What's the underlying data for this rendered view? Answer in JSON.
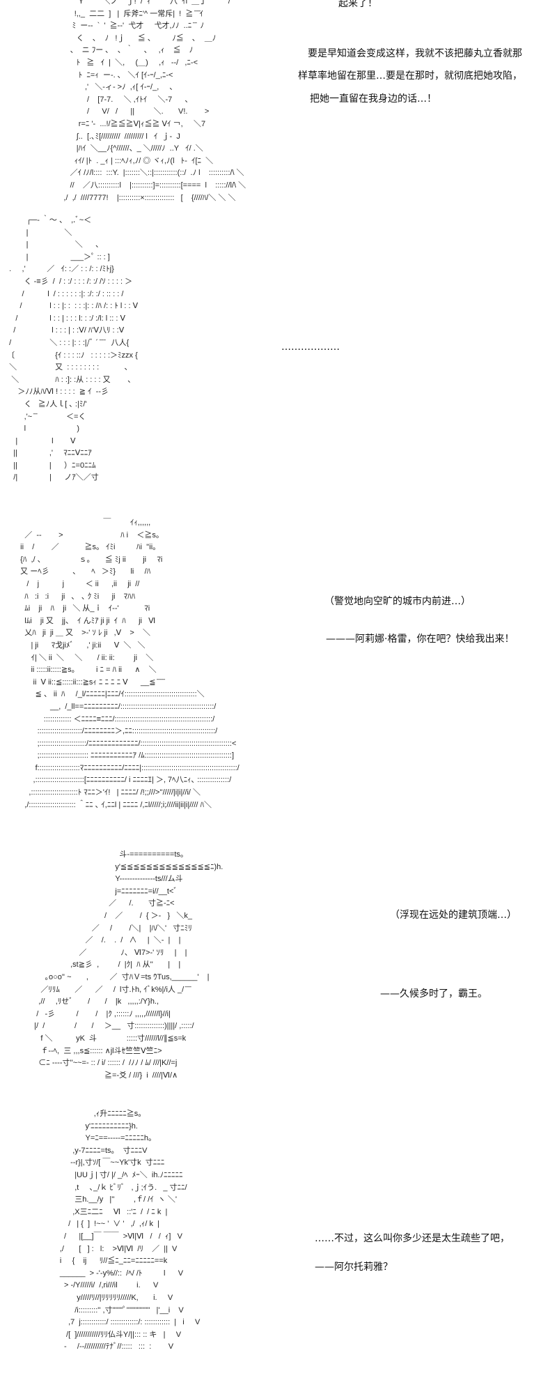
{
  "panels": [
    {
      "art": [
        "              Y         ＼ノ    ｊ!  /  ｨ         八  ｲl  ＿丁   ̄ ̄ ̄ ̄    /",
        "            !,,_  二二  ]   |  斥斧ﾆ'^ 一常斥|  !  ≧ ̄ ̄ ̄ｲ",
        "           ﾐ  ー--  `  '  ≧-‐'  弋才     弋才,ﾉﾉ  ..ﾆ ̄ ̄  ﾉ",
        "             く    ､    ﾉ   !ｊ      ≦ 、        ﾉ≦    ､    ＿ﾉ",
        "          、  ニ ﾌー ､    ､  ｀     ､     ,ｨ    ≦    ﾉ",
        "             ﾄ   ≧   ｲ  |  ＼,     (＿)     ,ｨ   --/   ,ﾆ-<",
        "              ﾄ  ﾆ=ｨ  ー-. ､   ＼ｲ [ｲ-ｰ/_,ﾆ-<",
        "                 ,'   ＼-ィ- >ﾉ  ,ｨ[ ｲ-ｰ/_,     ､",
        "                  /    [7-7.     ＼ ,ｲﾄｲ     ＼-7      ､",
        "                  /      V/   /      ||         ＼.       V!.        >",
        "              r=ﾆ '-  ...!/≧≦≧Ⅴ|ｨ≦≧ Ⅴｲ ￢,     ＼7",
        "             ∫..  [.､ﾐ[/////////  ///////// l   ｲ  ｊ-  J",
        "             |ﾊｲ  ＼__ﾉ{^//////、_ ＼/////ﾉ  ..Y   ｲ/ .＼",
        "            ｨｲ/ |ﾄ  . _ｨ | :::ﾍﾉｨ,ﾉ/ ◎ ヾｨ,ﾉ(l   ﾄ-  ｲ[ﾆ  ＼",
        "          ／ｲ /ﾉ/l::::  :::Y.  |:::::::＼::|:::::::::::(::/  .ﾉ l    ::::::::::/\\ ＼",
        "          //    ／八::::::::::l    |::::::::::]=::::::::::[====  l    ::::://l/\\ ＼",
        "       ,/  ,/  ////7777!    |::::::::::×::::::::::::::   [    {////ﾊ/＼ ＼ ＼"
      ],
      "lines": [
        "起来了！",
        "要是早知道会变成这样，我就不该把藤丸立香就那",
        "样草率地留在那里…要是在那时，就彻底把她攻陷，",
        "把她一直留在我身边的话…！"
      ]
    },
    {
      "art": [
        "           ┌─‐ ｀～ 、  ,.ﾞ~＜",
        "           |                 ＼",
        "           |                      ＼      、",
        "           |                    ___＞ﾟ :: : ]",
        "   .     ,'          ／   ｲ: :／ : : /: : /ﾐﾄj}",
        "          く -≡彡  /  / : :/ : : : /: :/ /ｿ : : : : ＞",
        "         /           l  / : : : : : :|: :/: :/ : :: : : /",
        "        /             l : : |: :  : : :|: : /ﾊ /: : ﾄ l : : Ⅴ",
        "      /               l : : | : : : l: : :/ :/l: l :: : Ⅴ",
        "     /                 l : : : | : :Ⅴ/ ﾊ'Ⅴ八ﾘ : :Ⅴ",
        "   /                  ＼ : : : |: : :|/ﾞ ´ ̄ ̄ ̄   八人{",
        "  〔                   {ｲ : : : ::ﾉ   : : : : :＞ﾐzzx {",
        "   ＼                  又  : : : : : : : :            ､",
        "    ＼                 ﾊ : :]: :从 : : : : 又        、",
        "       ＞ﾉﾉ从ﾊ/Ⅵ ! : : : :  ≧ ｲ  ‐‐彡",
        "          く   ≧ﾉ人ｌ[ ､ :|ﾐ/' ",
        "          ,'~ ̄ ̄              ＜=く",
        "          l                        )",
        "      |                l        Ⅴ",
        "     ||               ,'     ﾏﾆﾆⅤﾆﾆｱ",
        "     ||               |      ）ﾆ=0ﾆﾆﾑ",
        "     /|               |      ノｱ＼／寸"
      ],
      "lines": [
        "………………"
      ]
    },
    {
      "art": [
        "                                          ￣         ｲｨ,,,,,,",
        "     ／  --        >                           ﾊ i    ＜≧s。",
        "   ii    /        ／            ≧s。 ｲﾐi          ﾊi  ''ii。",
        "   {ﾊ  ,/ 、                ｓ。     ≦ ﾐj ii        ji     ﾏi",
        "   又 ーﾍ彡           ､       ﾍ   ＞ﾐ}       li     /ﾊ",
        "      /    j           j          ＜ ii      ,ii     ji  //",
        "     ﾊ   :i   :i      ji   ､   ､ ｸ ﾐi      ji    ﾏﾊﾊ",
        "     ﾑi    ji    ﾊ    ji   ＼ 从_ｉ   ｲ-‐'            ﾏi",
        "     lﾑi    ji 又    jj、  ｲ んﾐｱ ji ji  ｲ  ﾊ      ji   Ⅵ",
        "     乂ﾊ   ji  ji ＿ 又    >-' ｿ ﾚ ji   ,Ⅴ    >    ＼",
        "        | ji      ﾏ戈jiﾒﾞ      ,' ji:ii      Ⅴ  ＼   ＼",
        "        ｲ| ＼ ii  ＼     ＼       / ii: ii:         ji    ＼",
        "        ii :::::ii:::::≧s。        i ﾆ = ﾊ ii      ∧    ＼",
        "         ii  Ⅴ ii::≦:::::ii:::≧sｨ ﾆ ﾆ ﾆ ﾆ Ⅴ      __≦ ̄ ̄ ̄ ̄",
        "          ≦ 、 ii  ﾊ     /_l/ﾆﾆﾆﾆﾆ|ﾆﾆﾆ/ｲ::::::::::::::::::::::::::::::::::＼",
        "                 __,  /_ll==ﾆﾆﾆﾆﾆﾆﾆﾆﾆ/::::::::::::::::::::::::::::::::::::::::::::/",
        "              ::::::::::::: ＜ﾆﾆﾆﾆ≡ﾆﾆﾆ/::::::::::::::::::::::::::::::::::::::::::::::/",
        "           :::::::::::::::::::::/ﾆﾆﾆﾆﾆﾆﾆﾆ＞,ﾆﾆ:::::::::::::::::::::::::::::::::::::::/",
        "           ;::::::::::::::::::::::/ﾆﾆﾆﾆﾆﾆﾆﾆﾆﾆﾆﾆﾆ/:::::::::::::::::::::::::::::::::::::::::::<",
        "           ;::::::::::::::::::::::: ﾆﾆﾆﾆﾆﾆﾆﾆﾆﾆﾆｱ /ﾑ:::::::::::::::::::::::::::::::::::::::::]",
        "          f::::::::::::::::::::ﾏﾆﾆﾆﾆﾆﾆﾆﾆﾆﾆ/ﾆﾆﾆﾆ|:::::::::::::::::::::::::::::::::::::::::::::/",
        "         ,:::::::::::::::::::::::[ﾆﾆﾆﾆﾆﾆﾆﾆﾆﾆ/ i ﾆﾆﾆﾆｴ| ＞, 7ﾍ八ﾆｨ､ :::::::::::::::/",
        "       ,::::::::::::::::::::::ﾄ ﾏﾆﾆ＞'ｲ!   | ﾆﾆﾆﾆ/ /!;;///>''/////|i|i|//i/ ＼",
        "     ,/:::::::::::::::::::::: ＾ﾆﾆ ､ ｲ,ﾆﾆl | ﾆﾆﾆﾆ /,ﾆl/////;i;////ii|ii|i|//// ﾊ＼"
      ],
      "lines": [
        "（警觉地向空旷的城市内前进…）",
        "———阿莉娜·格雷，你在吧？快给我出来！"
      ]
    },
    {
      "art": [
        "                                           斗-==========ts。",
        "                                         y'≦≦≦≦≦≦≦≦≦≦≦≦≦≦ﾆ)h.",
        "                                         Y--------------ts///ム斗",
        "                                         j=ﾆﾆﾆﾆﾆﾆﾆ=i//__t<ﾞ",
        "                                      ／      /.       寸≧-ﾆ<",
        "                                    /    ／        /  { ＞-   }   ＼k_",
        "                              ／     /        /＼|    |ﾊ/＼'   寸ﾆﾐﾘ",
        "                           ／    /.    .  /   ∧     |  ＼-  |    |",
        "                        ／                ﾉ、 Ⅵ7>-' ｿﾘ     |    |",
        "                    ,st≧彡  ,         /  |ｸ|  ﾊ 从''       |    |",
        "        ｡o○o'' ~       ,          ／  寸ﾊＶ=ts ｳTus,______'    |",
        "      ／ﾘﾘﾑ       ／      ／     /  l寸.ﾄh, ｲﾞk%|/i人 _/ ̄ ̄ ̄",
        "     ,//     ,ﾘせﾞ       /       /    |k   ,,,,,:/Y}h.,",
        "    /   -彡          /        /    |ｸ ,::::::ﾉ ,,,,,//////l}//i|",
        "   |/  /              /       /     ＞__   寸::::::::::::::)||||/ ,:::::/",
        "      f ＼           yK  斗              :::::寸//////l//∥≦s=k",
        "      ｆ--ﾍ,  三 ,,,s≦:::::: ∧jl斗ｾ竺竺Ⅴ竺ﾆ>",
        "     ⊂ﾆ ----寸''~~=- :: / i/ :::::: /  /ﾉﾉ / ﾑ/ ///|K//=j",
        "                                    ≧=-爻 / ///}  i  ////|Ⅵ/∧"
      ],
      "lines": [
        "（浮现在远处的建筑顶端…）",
        "——久候多时了，霸王。"
      ]
    },
    {
      "art": [
        "                               ,ｨ升ﾆﾆﾆﾆﾆ≧s。",
        "                           y'ﾆﾆﾆﾆﾆﾆﾆﾆﾆﾆ}h.",
        "                           Y=ﾆ==-----=ﾆﾆﾆﾆﾆh。",
        "                     ,y-7ﾆﾆﾆﾆ=ts。  寸ﾆﾆﾆV",
        "                    --r}|,寸ｿ/[ ￣~~Yk'寸k  寸ﾆﾆﾆ",
        "                      |UUｊ| 寸/ |/ _/ﾍ  ﾒｰ＼  ih.ﾉﾆﾆﾆﾆﾆ",
        "                      ,t     ､_/ｋ ﾋﾞﾘﾞ   ,ｊ;ｲう.   _ 寸ﾆﾆ/",
        "                      三h.__/y   |''         ,ｆ/ /ｲ  ヽ ＼'",
        "                     ,X三ﾆ二ﾆ     Ⅵ   ::'ﾆ  /  / ﾆ k  |",
        "                   /   | {  ]  !~~ ’  ∨ '   ,/  ,ｨ/ k  |",
        "                 /      |[__]￣ ￣￣  >Ⅵ|Ⅵ   /   /  ｨ]   V",
        "               ,/       [   ] :   l:    >Ⅵ|Ⅵ  /ﾘ    ／  ||  V",
        "               i     {    ij      ﾘ//≦ﾆ_ﾆﾆ=ﾆﾆﾆﾆﾆ==k",
        "               ______  > -'-y%//::  /ﾍ/ /ﾄ          l      V",
        "                 > -/Y/////i/  /,ri///il         i.      V",
        "                       y/////ﾘ//|ﾘﾘﾘﾘﾘ/////K,       i.     V",
        "                      /i:::::::::'' ,寸'''''''ﾟ''''''''''''''''   |'__i    V",
        "                   ,7  j::::::::::::/ :::::::::::::/: ::::::::::::  |   i     V",
        "                  /[  ]///////////ﾘﾘ仏斗Y/||::: :: キ   |     V",
        "                 -     /--//////////ﾃﾅﾞ//:::::   :::  :        V"
      ],
      "lines": [
        "……不过，这么叫你多少还是太生疏些了吧，",
        "——阿尔托莉雅？"
      ]
    }
  ]
}
